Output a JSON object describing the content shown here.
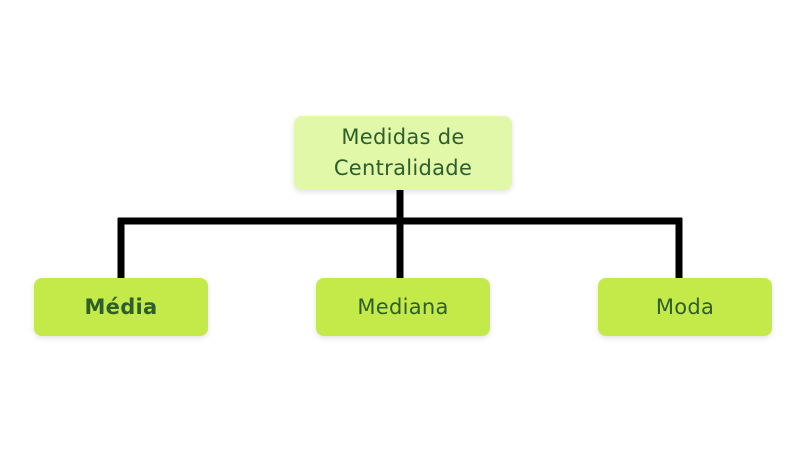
{
  "diagram": {
    "root": {
      "label": "Medidas de\nCentralidade"
    },
    "children": [
      {
        "label": "Média"
      },
      {
        "label": "Mediana"
      },
      {
        "label": "Moda"
      }
    ]
  },
  "colors": {
    "root_fill": "#e1f8a8",
    "child_fill": "#c3ea48",
    "text": "#2e5e2a",
    "connector": "#000000"
  }
}
